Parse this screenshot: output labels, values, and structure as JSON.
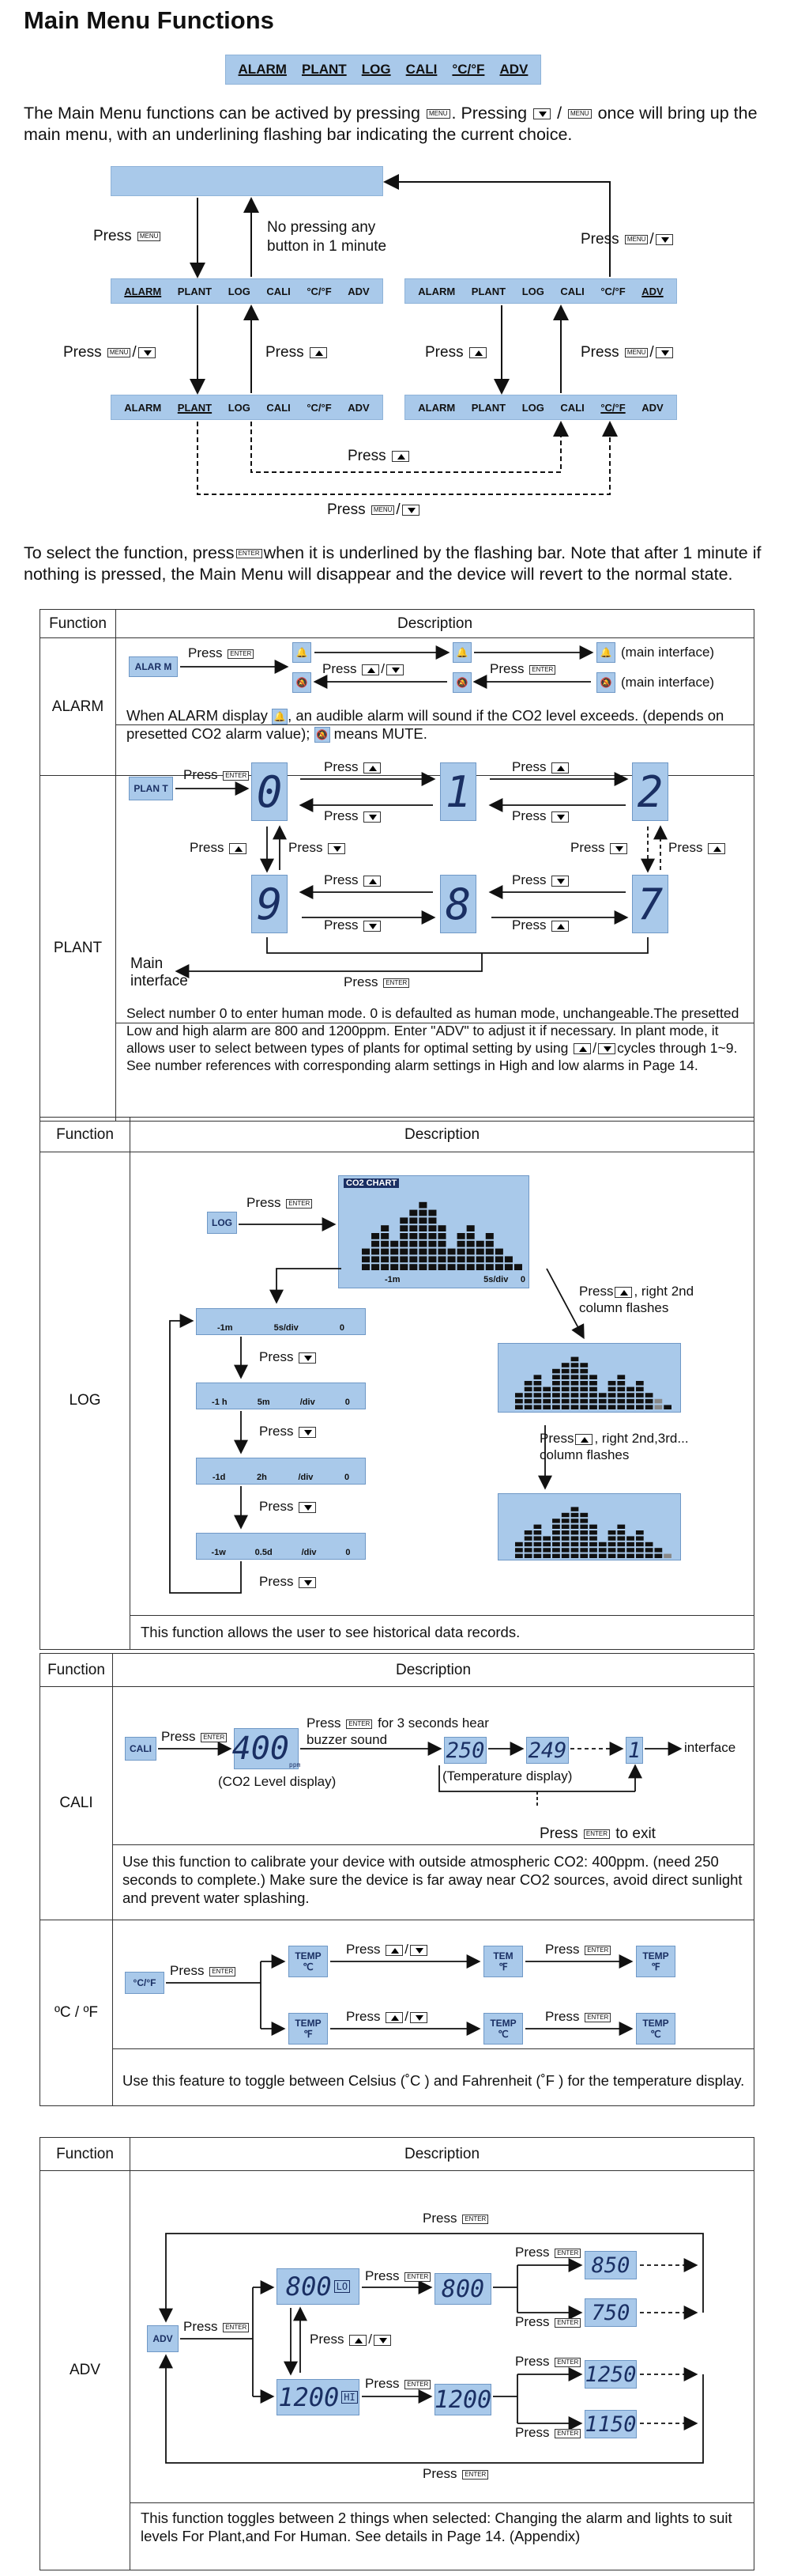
{
  "title": "Main Menu Functions",
  "menu_items": [
    "ALARM",
    "PLANT",
    "LOG",
    "CALI",
    "°C/°F",
    "ADV"
  ],
  "intro": {
    "a": "The Main Menu functions can be actived by pressing",
    "b": ". Pressing",
    "c": "once will bring up the main menu, with an underlining flashing bar indicating the current choice."
  },
  "keys": {
    "menu": "MENU",
    "enter": "ENTER"
  },
  "flow": {
    "press": "Press",
    "no_press": "No pressing any button in 1 minute"
  },
  "select_text": {
    "a": "To select the function, press",
    "b": "when it is underlined by the flashing bar. Note that after 1 minute if nothing is pressed, the Main Menu will disappear and the device will revert to the normal state."
  },
  "table_head": {
    "function": "Function",
    "description": "Description"
  },
  "alarm": {
    "name": "ALARM",
    "chip": "ALAR M",
    "main_interface": "(main interface)",
    "desc_a": "When ALARM display",
    "desc_b": ", an audible alarm will sound if the CO2 level exceeds. (depends on presetted CO2 alarm value);",
    "desc_c": "means MUTE."
  },
  "plant": {
    "name": "PLANT",
    "chip": "PLAN T",
    "digits": [
      "0",
      "1",
      "2",
      "9",
      "8",
      "7"
    ],
    "main_interface": "Main interface",
    "desc": "Select number 0 to enter human mode. 0 is defaulted as human mode, unchangeable.The presetted Low and high alarm are 800 and 1200ppm. Enter \"ADV\" to adjust it if necessary. In plant mode, it allows user to select between types of plants for optimal setting by using",
    "desc_b": "cycles through 1~9. See number references with corresponding alarm settings in High and low alarms in Page 14."
  },
  "log": {
    "name": "LOG",
    "chip": "LOG",
    "chart_label": "CO2 CHART",
    "ticks": [
      "-1m",
      "5s/div",
      "0"
    ],
    "scales": [
      [
        "-1m",
        "5s/div",
        "0"
      ],
      [
        "-1 h",
        "5m",
        "/div",
        "0"
      ],
      [
        "-1d",
        "2h",
        "/div",
        "0"
      ],
      [
        "-1w",
        "0.5d",
        "/div",
        "0"
      ]
    ],
    "right1": "right 2nd column flashes",
    "right2": "right 2nd,3rd... column flashes",
    "desc": "This function allows the user to see historical data records."
  },
  "cali": {
    "name": "CALI",
    "chip": "CALI",
    "co2": "400",
    "co2_unit": "ppm",
    "co2_label": "(CO2 Level display)",
    "hold": "for 3 seconds hear buzzer sound",
    "temps": [
      "250",
      "249",
      "1"
    ],
    "temp_label": "(Temperature display)",
    "interface": "interface",
    "exit": "to exit",
    "desc": "Use this function to calibrate your device with outside atmospheric CO2: 400ppm. (need 250 seconds to complete.) Make sure the device is far away near CO2 sources, avoid direct sunlight and prevent water splashing."
  },
  "cf": {
    "name": "ºC / ºF",
    "chip": "°C/°F",
    "temp": "TEMP",
    "tem": "TEM",
    "c": "℃",
    "f": "℉",
    "desc": "Use this feature to toggle between Celsius (˚C ) and Fahrenheit (˚F ) for the temperature display."
  },
  "adv": {
    "name": "ADV",
    "chip": "ADV",
    "lo": "800",
    "hi": "1200",
    "lo_tag": "LO",
    "hi_tag": "HI",
    "vals": [
      "850",
      "750",
      "1250",
      "1150"
    ],
    "desc": "This function toggles between 2 things when selected: Changing the alarm and lights to suit levels For Plant,and For Human. See details in Page 14. (Appendix)"
  },
  "colors": {
    "lcd": "#a9c9ea",
    "ink": "#1a2f63"
  }
}
